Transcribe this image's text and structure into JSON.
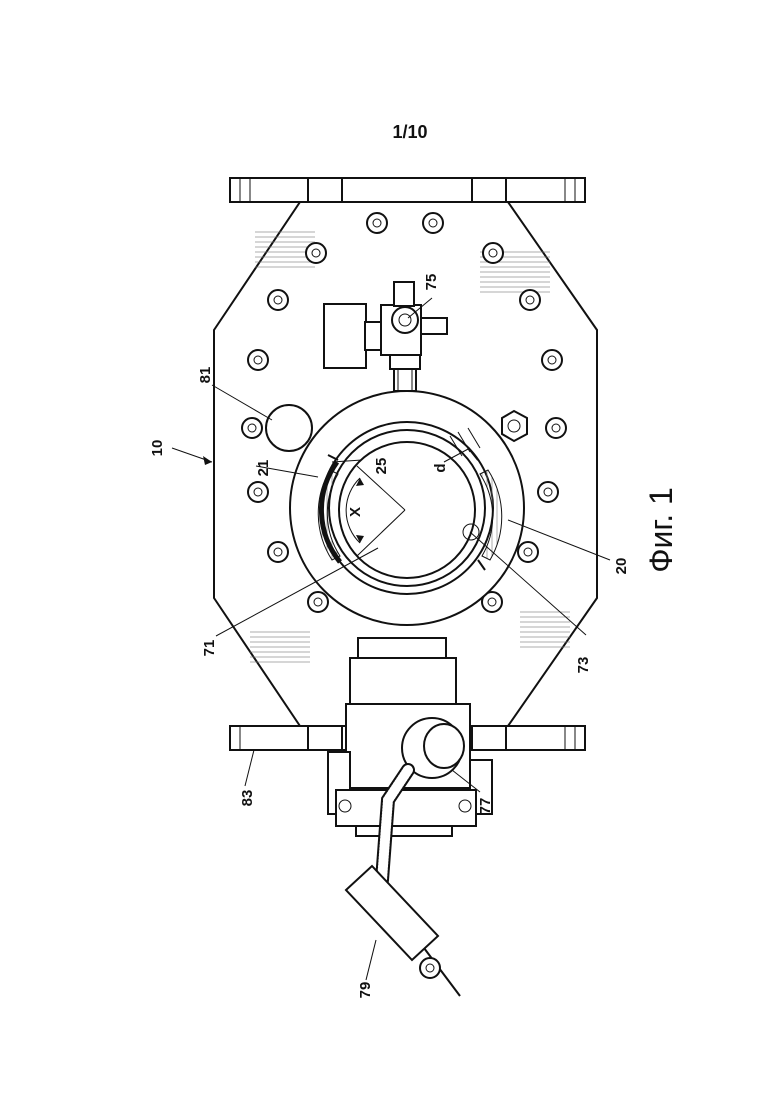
{
  "sheet": {
    "page_number": "1/10",
    "caption": "Фиг. 1"
  },
  "labels": {
    "l10": "10",
    "l20": "20",
    "l21": "21",
    "l25": "25",
    "l71": "71",
    "l73": "73",
    "l75": "75",
    "l77": "77",
    "l79": "79",
    "l81": "81",
    "l83": "83",
    "angle": "X",
    "dim": "d"
  }
}
